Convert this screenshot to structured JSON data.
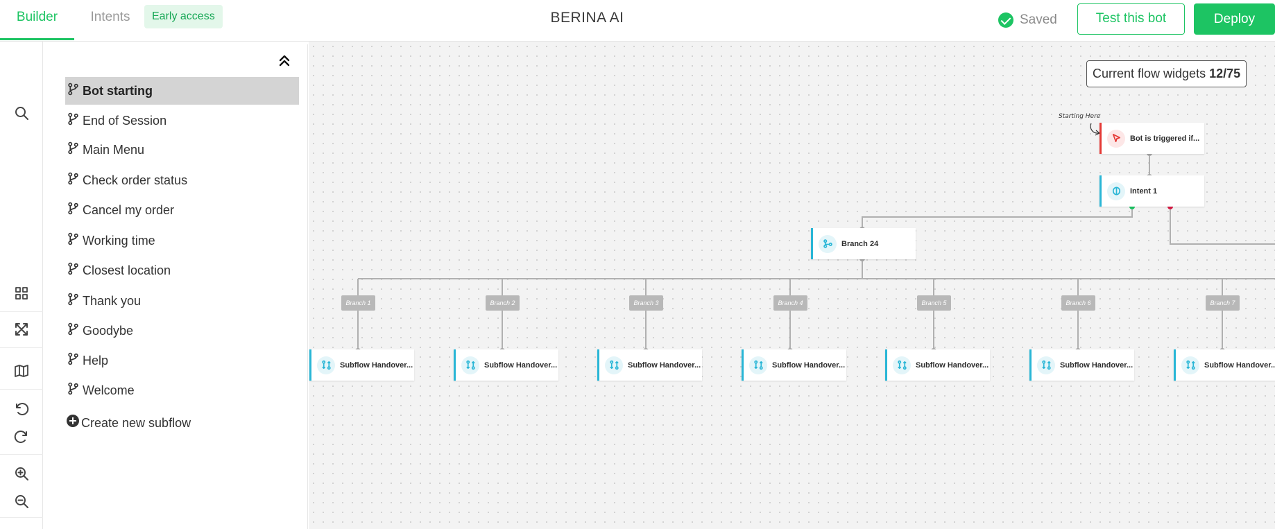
{
  "header": {
    "tabs": [
      {
        "label": "Builder",
        "active": true
      },
      {
        "label": "Intents",
        "active": false
      }
    ],
    "badge": "Early access",
    "title": "BERINA AI",
    "status": "Saved",
    "test_button": "Test this bot",
    "deploy_button": "Deploy"
  },
  "toolbar": {
    "icons": [
      "search-icon",
      "grid-icon",
      "fit-screen-icon",
      "map-icon",
      "undo-icon",
      "redo-icon",
      "zoom-in-icon",
      "zoom-out-icon"
    ]
  },
  "subflows": {
    "items": [
      {
        "label": "Bot starting",
        "selected": true
      },
      {
        "label": "End of Session"
      },
      {
        "label": "Main Menu"
      },
      {
        "label": "Check order status"
      },
      {
        "label": "Cancel my order"
      },
      {
        "label": "Working time"
      },
      {
        "label": "Closest location"
      },
      {
        "label": "Thank you"
      },
      {
        "label": "Goodybe"
      },
      {
        "label": "Help"
      },
      {
        "label": "Welcome"
      }
    ],
    "create_label": "Create new subflow"
  },
  "canvas": {
    "counter_label": "Current flow widgets",
    "counter_value": "12/75",
    "annotation": "Starting Here",
    "trigger_node": "Bot is triggered if...",
    "intent_node": "Intent 1",
    "branch_node": "Branch 24",
    "branch_labels": [
      "Branch 1",
      "Branch 2",
      "Branch 3",
      "Branch 4",
      "Branch 5",
      "Branch 6",
      "Branch 7"
    ],
    "subflow_node_label": "Subflow Handover...",
    "colors": {
      "accent": "#1dc463",
      "node_border": "#29b6d6",
      "trigger_border": "#e53935"
    }
  }
}
